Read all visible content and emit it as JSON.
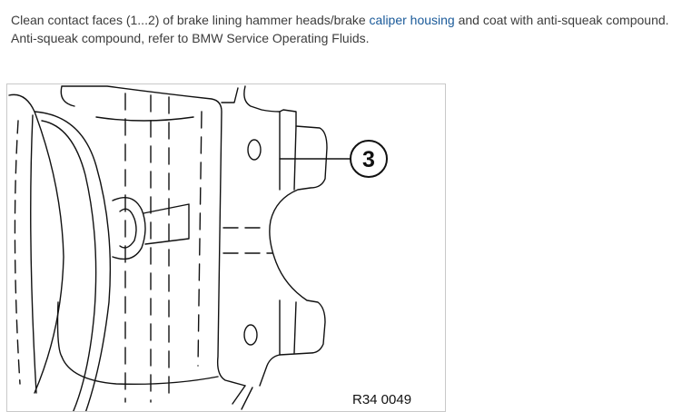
{
  "instructions": {
    "line1_before": "Clean contact faces (1...2) of brake lining hammer heads/brake ",
    "line1_link": "caliper housing",
    "line1_after": " and coat with anti-squeak compound.",
    "line2": "Anti-squeak compound, refer to BMW Service Operating Fluids."
  },
  "figure": {
    "callout_number": "3",
    "reference_code": "R34 0049"
  },
  "colors": {
    "text": "#3c3c3c",
    "link": "#1a5a99",
    "figure_border": "#c9c9c9",
    "drawing": "#111111"
  }
}
